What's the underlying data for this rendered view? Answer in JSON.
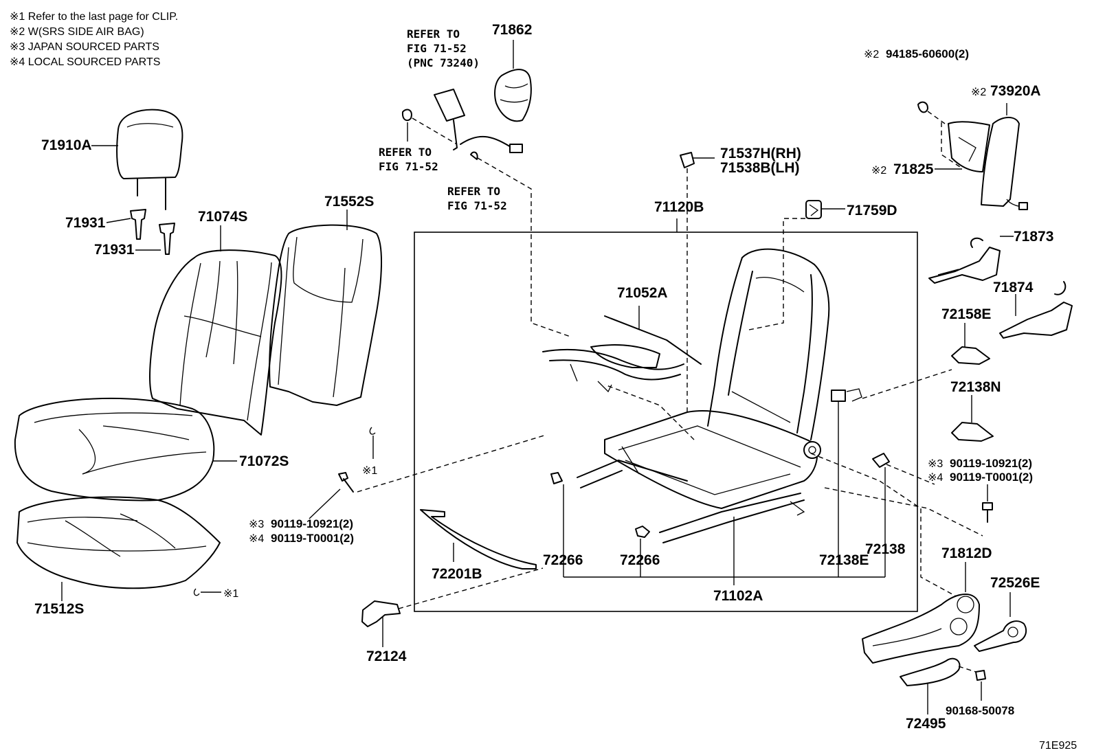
{
  "notes": [
    "※1  Refer to the last page for CLIP.",
    "※2  W(SRS SIDE AIR BAG)",
    "※3  JAPAN SOURCED PARTS",
    "※4  LOCAL SOURCED PARTS"
  ],
  "labels": {
    "p71910A": "71910A",
    "p71931a": "71931",
    "p71931b": "71931",
    "p71074S": "71074S",
    "p71552S": "71552S",
    "p71072S": "71072S",
    "p71512S": "71512S",
    "p72124": "72124",
    "p72201B": "72201B",
    "p72266a": "72266",
    "p72266b": "72266",
    "p71102A": "71102A",
    "p72138E": "72138E",
    "p72138": "72138",
    "p71120B": "71120B",
    "p71052A": "71052A",
    "p71537H": "71537H(RH)",
    "p71538B": "71538B(LH)",
    "p71759D": "71759D",
    "p71862": "71862",
    "p94185": "94185-60600(2)",
    "p73920A": "73920A",
    "p71825": "71825",
    "p71873": "71873",
    "p71874": "71874",
    "p72158E": "72158E",
    "p72138N": "72138N",
    "p90119a_r": "90119-10921(2)",
    "p90119b_r": "90119-T0001(2)",
    "p90119a_l": "90119-10921(2)",
    "p90119b_l": "90119-T0001(2)",
    "p71812D": "71812D",
    "p72526E": "72526E",
    "p90168": "90168-50078",
    "p72495": "72495",
    "figcode": "71E925"
  },
  "marks": {
    "m1": "※1",
    "m2": "※2",
    "m3": "※3",
    "m4": "※4"
  },
  "refs": {
    "refer_top_1": "REFER TO",
    "refer_top_2": "FIG 71-52",
    "refer_top_3": "(PNC 73240)",
    "refer_left_1": "REFER TO",
    "refer_left_2": "FIG 71-52",
    "refer_mid_1": "REFER TO",
    "refer_mid_2": "FIG 71-52"
  }
}
